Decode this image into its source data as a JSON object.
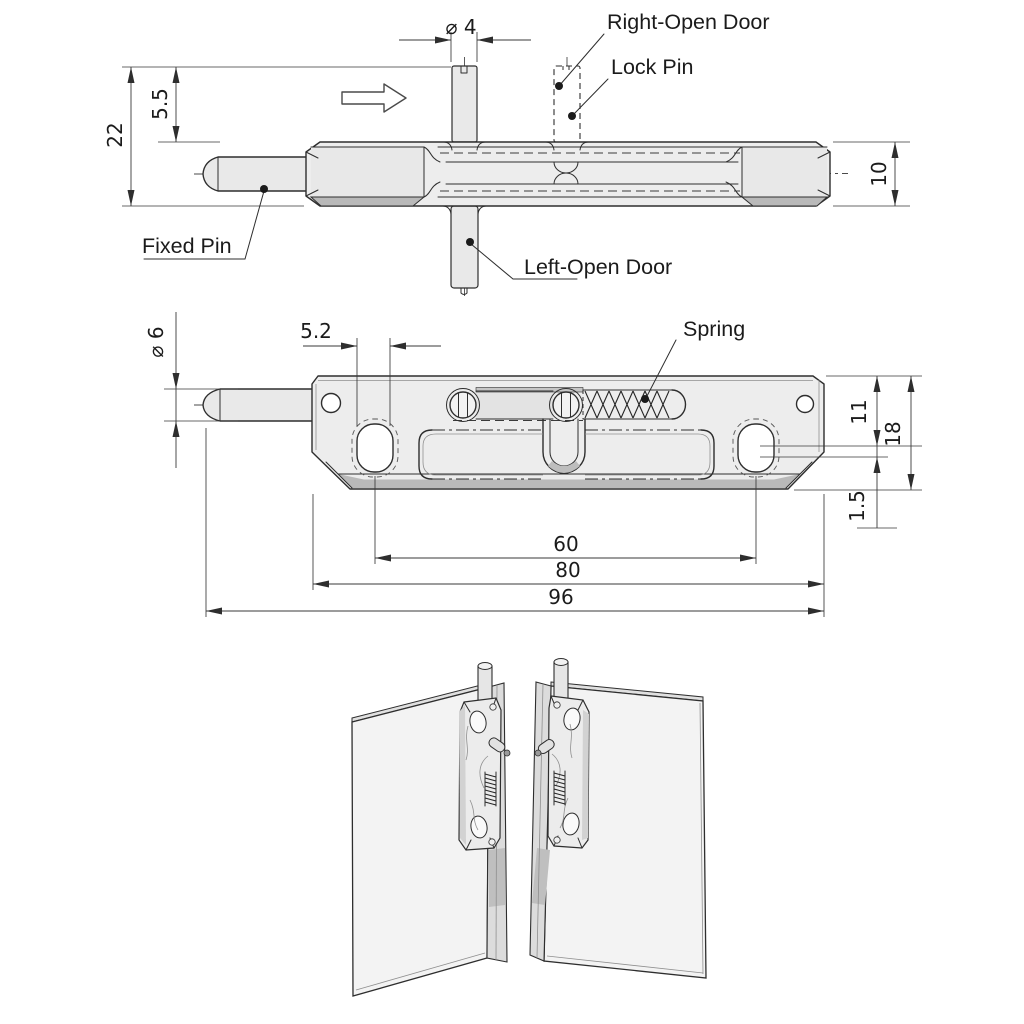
{
  "colors": {
    "background": "#ffffff",
    "line": "#2e2e2e",
    "fill_light": "#ededed",
    "fill_dark": "#b9b9b9"
  },
  "labels": {
    "right_open_door": "Right-Open Door",
    "lock_pin": "Lock Pin",
    "fixed_pin": "Fixed Pin",
    "left_open_door": "Left-Open Door",
    "spring": "Spring"
  },
  "side_view": {
    "dims": {
      "pin_diameter": "⌀ 4",
      "pin_offset": "5.5",
      "total_height": "22",
      "body_height": "10"
    }
  },
  "plan_view": {
    "dims": {
      "bolt_diameter": "⌀ 6",
      "slot_width": "5.2",
      "hole_center_offset": "11",
      "plate_width": "18",
      "edge_offset": "1.5",
      "hole_spacing": "60",
      "plate_length": "80",
      "total_length": "96"
    }
  }
}
